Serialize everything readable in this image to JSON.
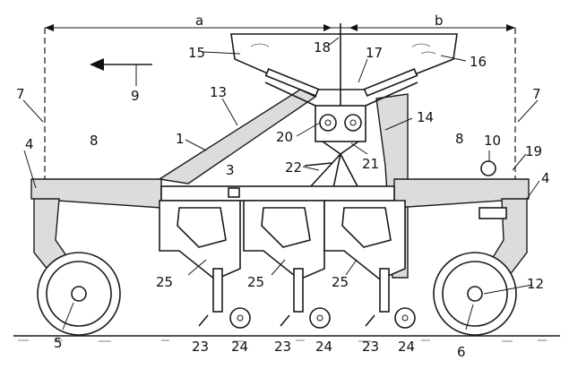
{
  "dimension_labels": {
    "a": "a",
    "b": "b"
  },
  "labels": {
    "n1": "1",
    "n3": "3",
    "n4_left": "4",
    "n4_right": "4",
    "n5": "5",
    "n6": "6",
    "n7_left": "7",
    "n7_right": "7",
    "n8_left": "8",
    "n8_right": "8",
    "n9": "9",
    "n10": "10",
    "n12": "12",
    "n13": "13",
    "n14": "14",
    "n15": "15",
    "n16": "16",
    "n17": "17",
    "n18": "18",
    "n19": "19",
    "n20": "20",
    "n21": "21",
    "n22": "22",
    "n23_a": "23",
    "n23_b": "23",
    "n23_c": "23",
    "n24_a": "24",
    "n24_b": "24",
    "n24_c": "24",
    "n25_a": "25",
    "n25_b": "25",
    "n25_c": "25"
  }
}
